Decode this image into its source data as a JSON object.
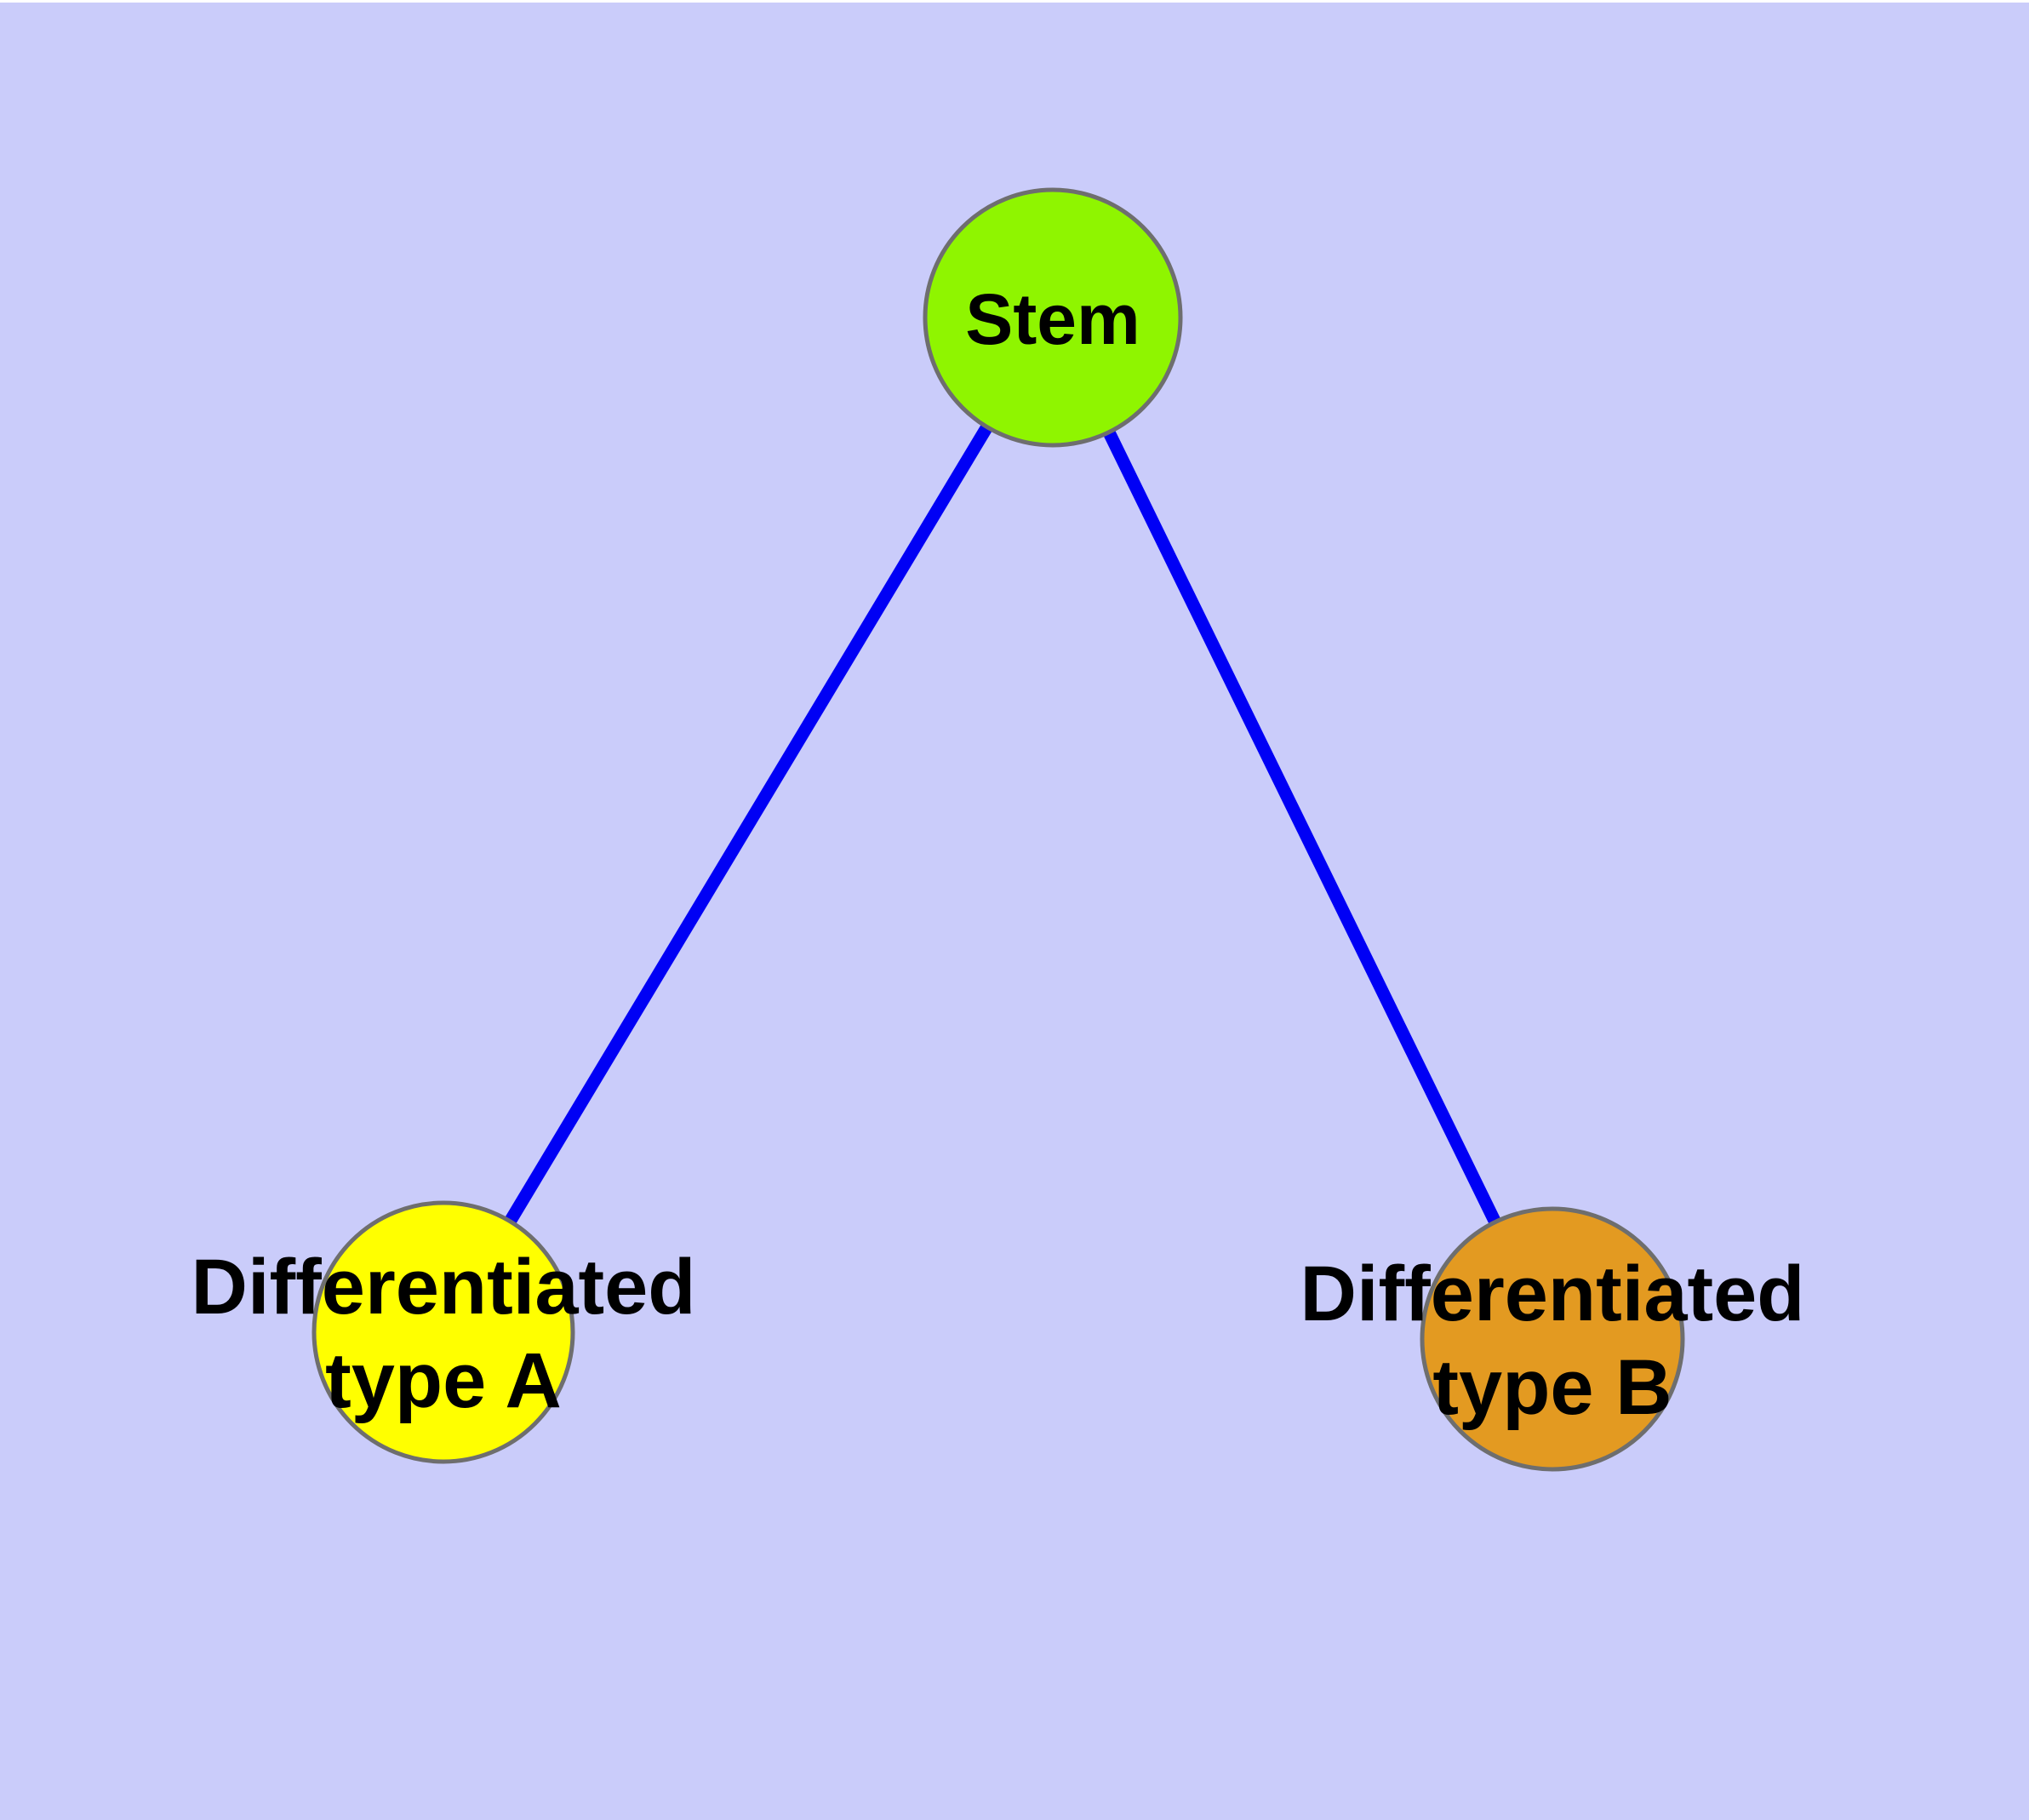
{
  "figure": {
    "type": "graph-diagram",
    "title": "",
    "background_color": "#caccfa",
    "node_border_color": "#6e6e6e",
    "edge_color": "#0000f5",
    "label_color": "#000000",
    "nodes": [
      {
        "id": "stem",
        "label_lines": [
          "Stem"
        ],
        "fill_color": "#8ff500"
      },
      {
        "id": "differentiated-type-a",
        "label_lines": [
          "Differentiated",
          "type A"
        ],
        "fill_color": "#ffff00"
      },
      {
        "id": "differentiated-type-b",
        "label_lines": [
          "Differentiated",
          "type B"
        ],
        "fill_color": "#e39a21"
      }
    ],
    "edges": [
      {
        "from": "stem",
        "to": "differentiated-type-a"
      },
      {
        "from": "stem",
        "to": "differentiated-type-b"
      }
    ]
  }
}
